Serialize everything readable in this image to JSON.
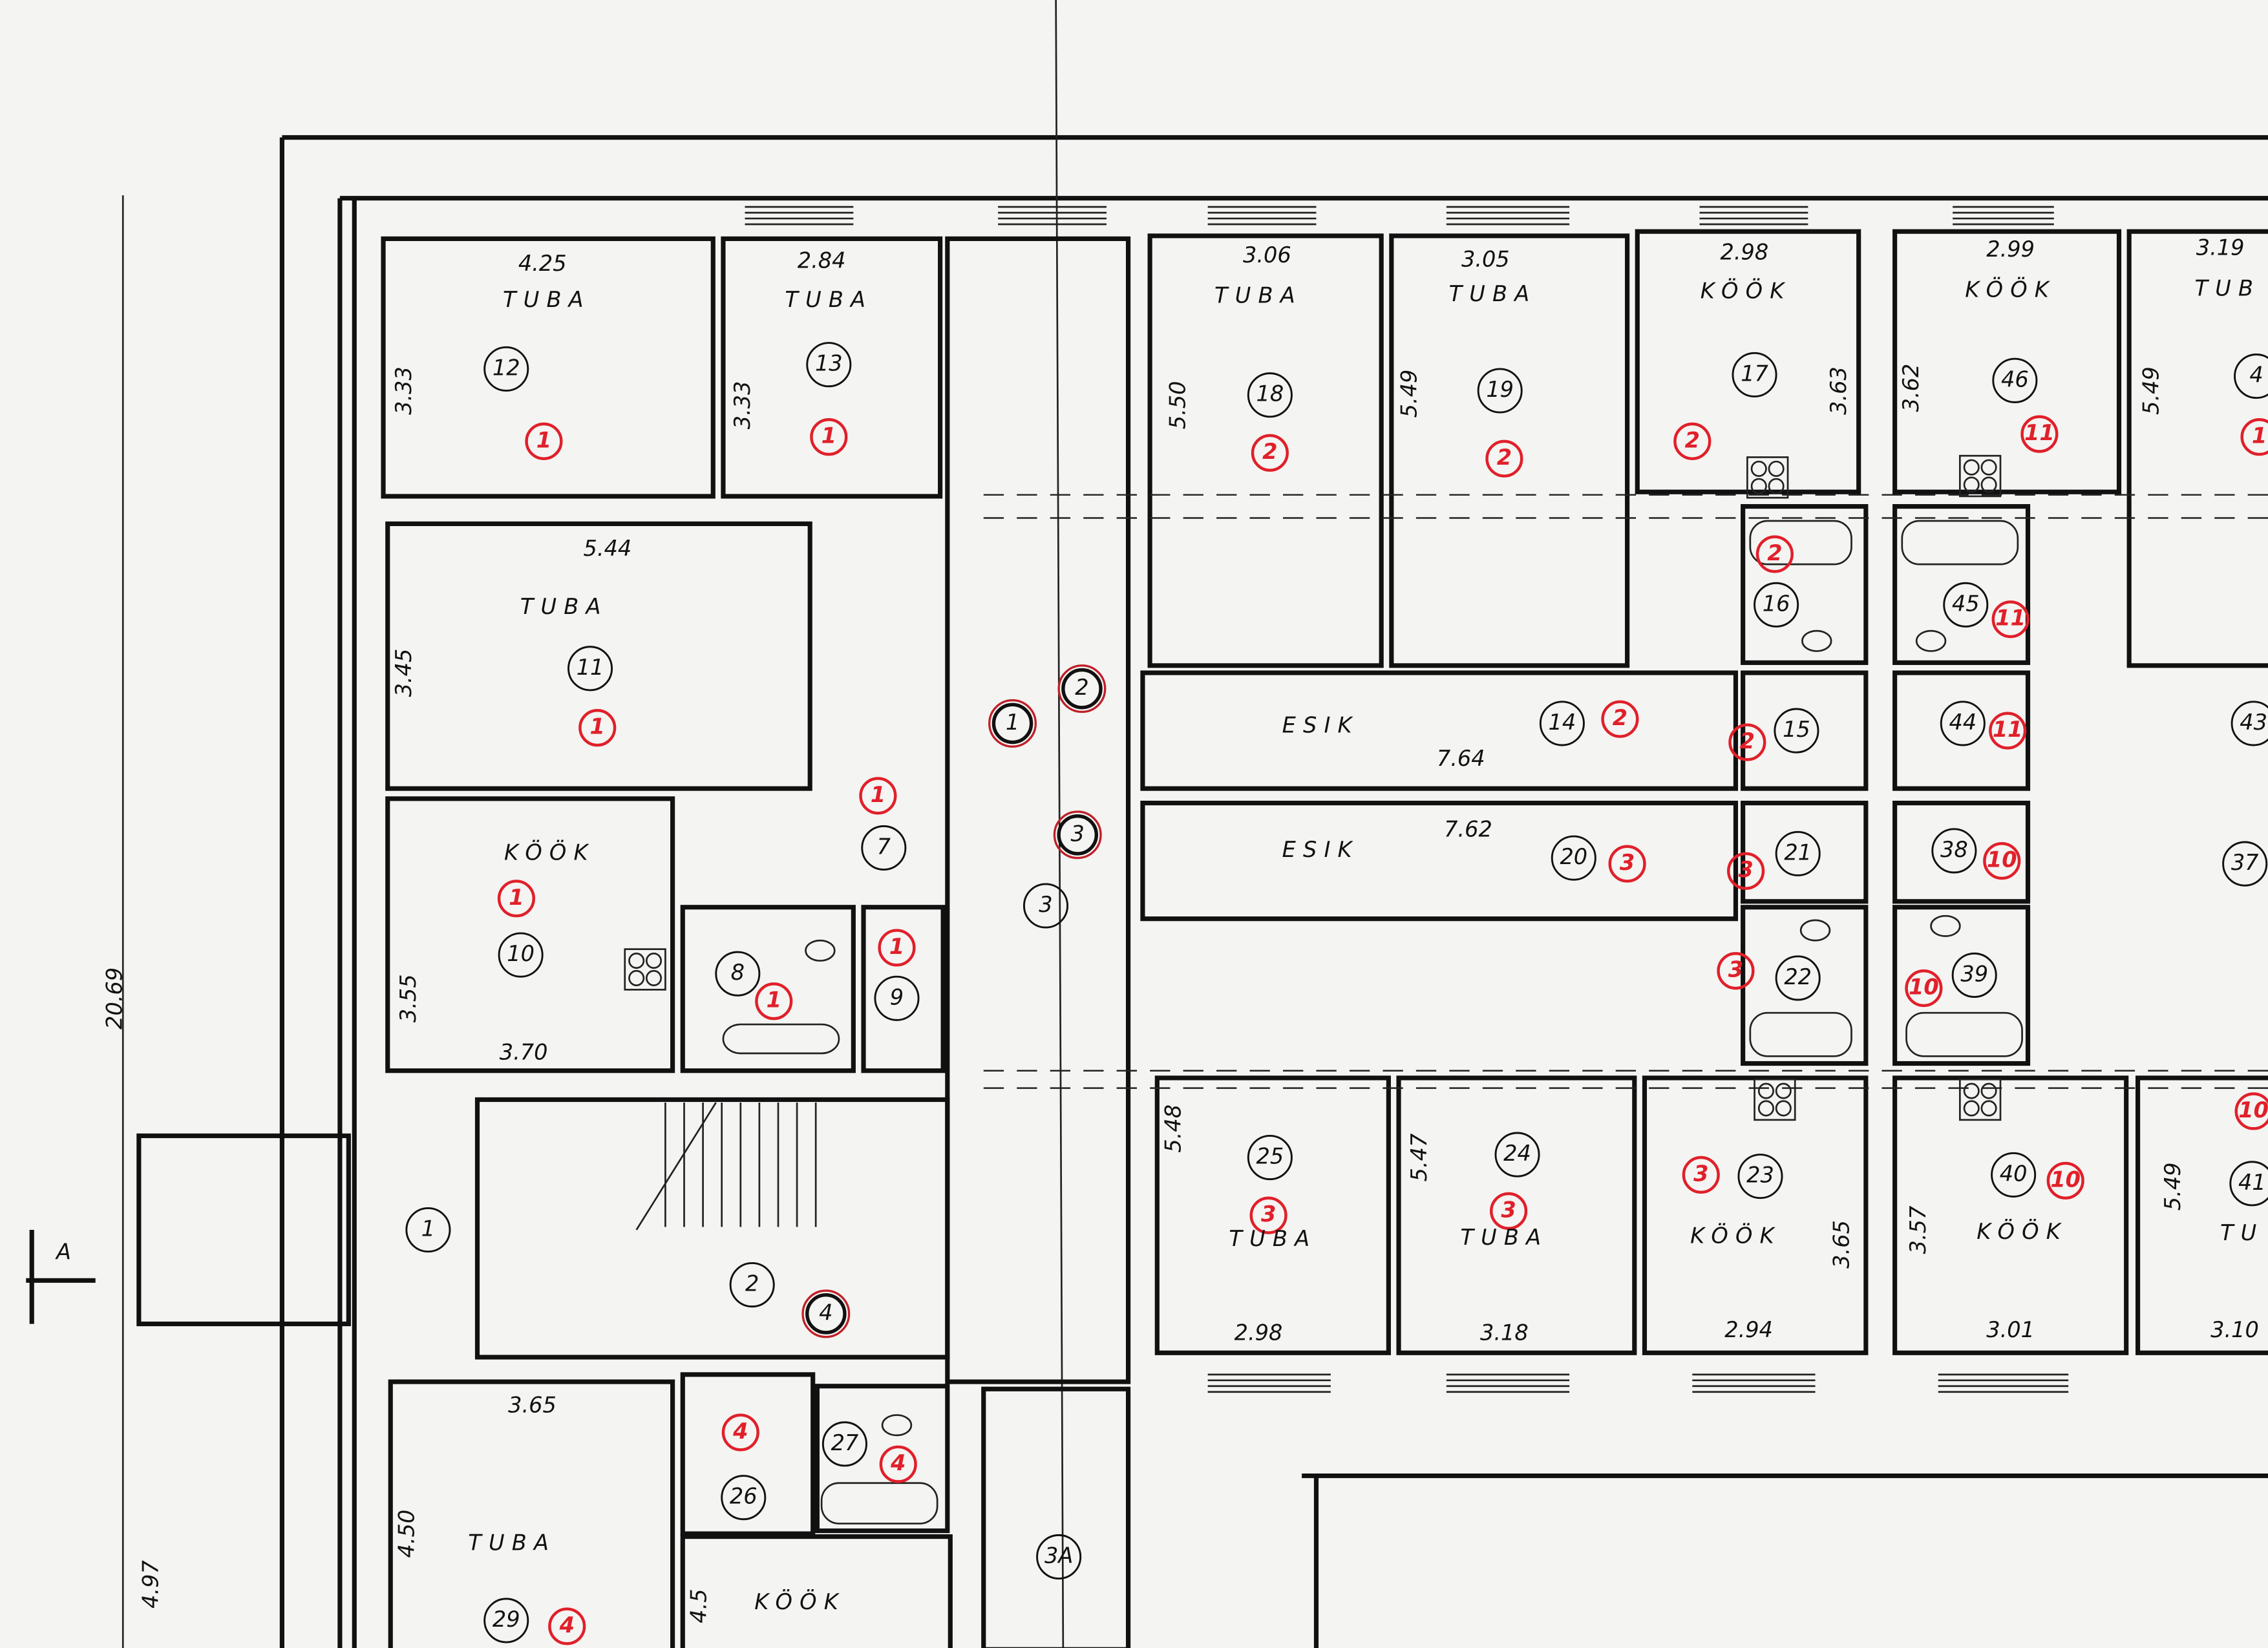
{
  "drawing": {
    "section_marker": "A",
    "overall_height": "20.69",
    "lower_segment": "4.97"
  },
  "circulation": {
    "entrance_number": "1",
    "stair_hall_number": "2",
    "stair_hall_apartment_marker": "4",
    "corridor_number": "3",
    "corridor_3a_number": "3A",
    "hall_markers": [
      "1",
      "2",
      "3"
    ]
  },
  "rooms": {
    "r12": {
      "number": "12",
      "apartment": "1",
      "type": "TUBA",
      "width": "4.25",
      "depth": "3.33"
    },
    "r13": {
      "number": "13",
      "apartment": "1",
      "type": "TUBA",
      "width": "2.84",
      "depth": "3.33"
    },
    "r11": {
      "number": "11",
      "apartment": "1",
      "type": "TUBA",
      "width": "5.44",
      "depth": "3.45"
    },
    "r10": {
      "number": "10",
      "apartment": "1",
      "type": "KÖÖK",
      "width": "3.70",
      "depth": "3.55"
    },
    "r7": {
      "number": "7",
      "apartment": "1"
    },
    "r8": {
      "number": "8",
      "apartment": "1"
    },
    "r9": {
      "number": "9",
      "apartment": "1"
    },
    "r18": {
      "number": "18",
      "apartment": "2",
      "type": "TUBA",
      "width": "3.06",
      "depth": "5.50"
    },
    "r19": {
      "number": "19",
      "apartment": "2",
      "type": "TUBA",
      "width": "3.05",
      "depth": "5.49"
    },
    "r17": {
      "number": "17",
      "apartment": "2",
      "type": "KÖÖK",
      "width": "2.98",
      "depth": "3.63"
    },
    "r16": {
      "number": "16",
      "apartment": "2"
    },
    "r15": {
      "number": "15",
      "apartment": "2"
    },
    "r14": {
      "number": "14",
      "apartment": "2",
      "type": "ESIK",
      "width": "7.64"
    },
    "r20": {
      "number": "20",
      "apartment": "3",
      "type": "ESIK",
      "width": "7.62"
    },
    "r21": {
      "number": "21",
      "apartment": "3"
    },
    "r22": {
      "number": "22",
      "apartment": "3"
    },
    "r25": {
      "number": "25",
      "apartment": "3",
      "type": "TUBA",
      "width": "2.98",
      "depth": "5.48"
    },
    "r24": {
      "number": "24",
      "apartment": "3",
      "type": "TUBA",
      "width": "3.18",
      "depth": "5.47"
    },
    "r23": {
      "number": "23",
      "apartment": "3",
      "type": "KÖÖK",
      "width": "2.94",
      "depth": "3.65"
    },
    "r46": {
      "number": "46",
      "apartment": "11",
      "type": "KÖÖK",
      "width": "2.99",
      "depth": "3.62"
    },
    "r45": {
      "number": "45",
      "apartment": "11"
    },
    "r44": {
      "number": "44",
      "apartment": "11"
    },
    "r38": {
      "number": "38",
      "apartment": "10"
    },
    "r39": {
      "number": "39",
      "apartment": "10"
    },
    "r40": {
      "number": "40",
      "apartment": "10",
      "type": "KÖÖK",
      "width": "3.01",
      "depth": "3.57"
    },
    "r47": {
      "number": "4",
      "apartment": "1",
      "type": "TUB",
      "width": "3.19",
      "depth": "5.49"
    },
    "r43": {
      "number": "43"
    },
    "r37": {
      "number": "37"
    },
    "r41": {
      "number": "41",
      "apartment": "10",
      "type": "TU",
      "width": "3.10",
      "depth": "5.49"
    },
    "r29": {
      "number": "29",
      "apartment": "4",
      "type": "TUBA",
      "width": "3.65",
      "depth": "4.50"
    },
    "r26": {
      "number": "26",
      "apartment": "4"
    },
    "r27": {
      "number": "27",
      "apartment": "4"
    },
    "r28": {
      "type": "KÖÖK",
      "depth": "4.5"
    }
  }
}
